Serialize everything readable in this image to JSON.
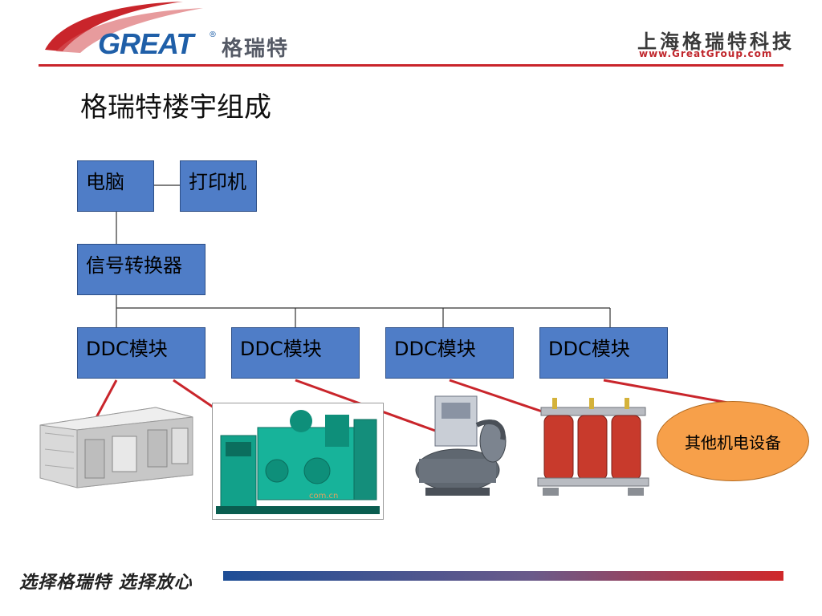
{
  "header": {
    "logo_text": "GREAT",
    "logo_reg": "®",
    "logo_cn": "格瑞特",
    "company_cn": "上海格瑞特科技",
    "company_url": "www.GreatGroup.com"
  },
  "title": "格瑞特楼宇组成",
  "diagram": {
    "computer": "电脑",
    "printer": "打印机",
    "converter": "信号转换器",
    "ddc_modules": [
      "DDC模块",
      "DDC模块",
      "DDC模块",
      "DDC模块"
    ],
    "other_equipment": "其他机电设备"
  },
  "equipment_icons": [
    "air-handling-unit-icon",
    "generator-set-icon",
    "chiller-icon",
    "transformer-icon"
  ],
  "watermark": "com.cn",
  "footer": {
    "slogan": "选择格瑞特 选择放心"
  },
  "colors": {
    "box_fill": "#4f7dc7",
    "connector": "#c9252b",
    "ellipse_fill": "#f7a04a",
    "brand_blue": "#1f5fa8",
    "brand_red": "#c9252b"
  }
}
